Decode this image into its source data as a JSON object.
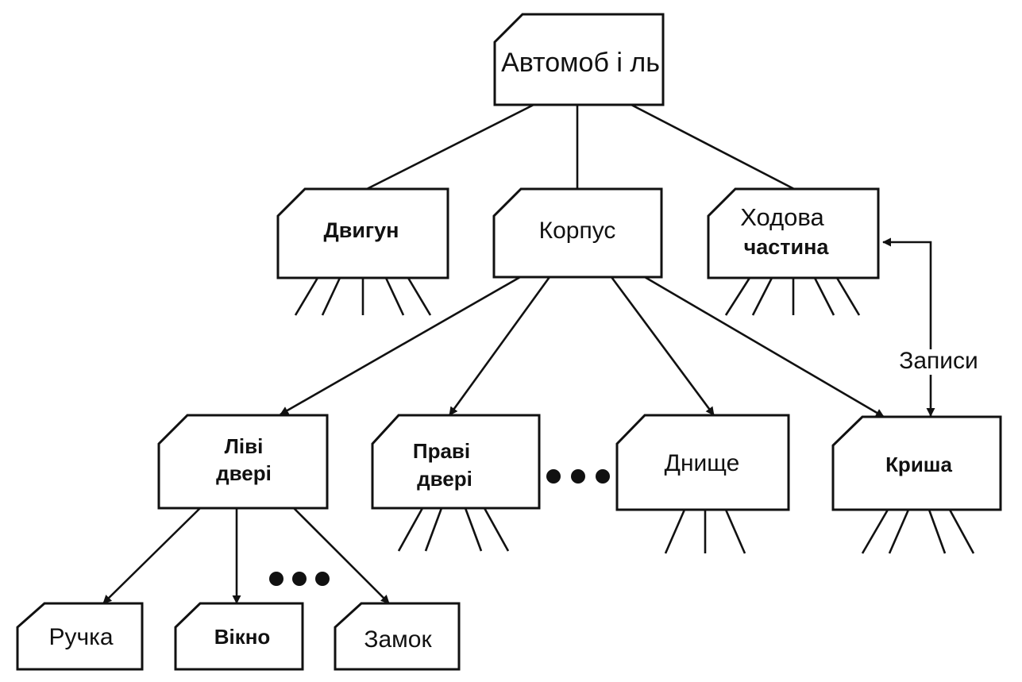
{
  "nodes": {
    "avtomobil": "Автомоб і ль",
    "dvygun": "Двигун",
    "korpus": "Корпус",
    "khodova_line1": "Ходова",
    "khodova_line2": "частина",
    "livi_line1": "Ліві",
    "livi_line2": "двері",
    "pravi_line1": "Праві",
    "pravi_line2": "двері",
    "dnyshche": "Днище",
    "krysha": "Криша",
    "ruchka": "Ручка",
    "vikno": "Вікно",
    "zamok": "Замок"
  },
  "annotations": {
    "records_label": "Записи"
  }
}
